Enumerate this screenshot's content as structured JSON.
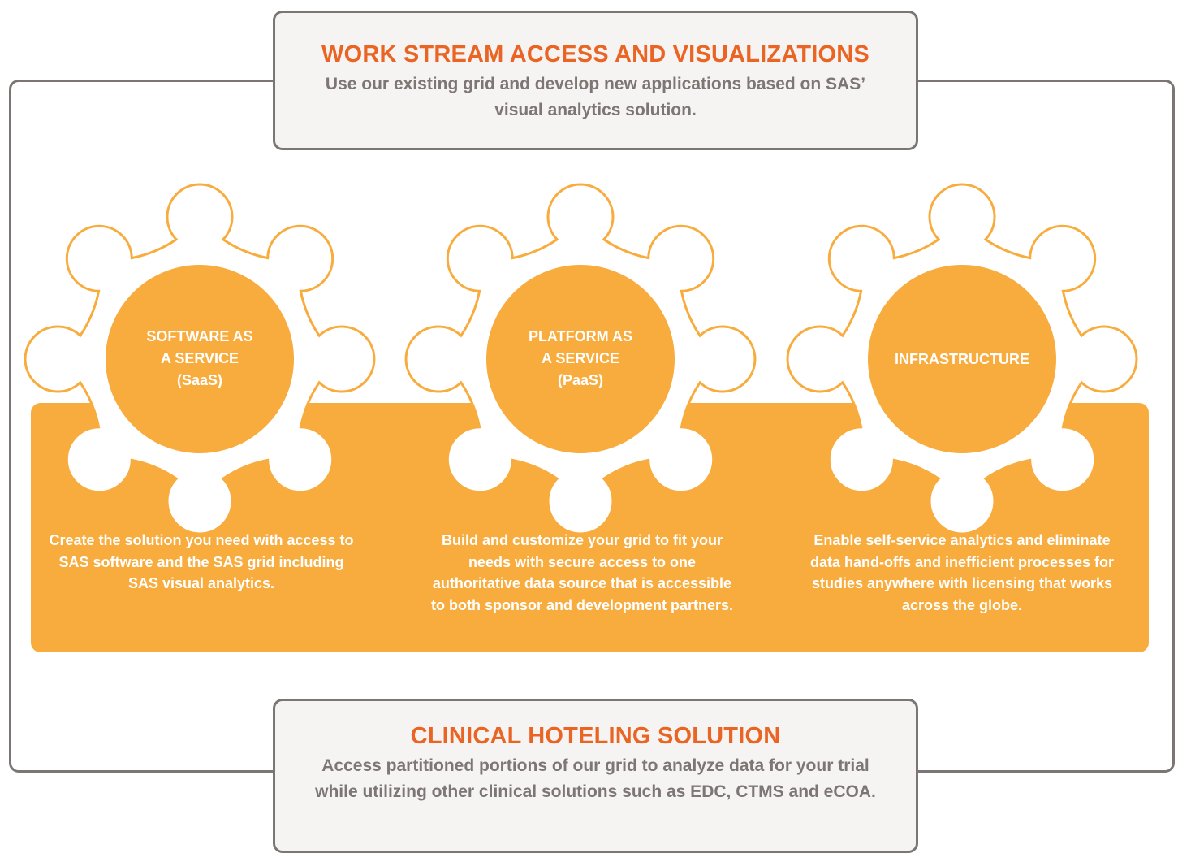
{
  "colors": {
    "accent_orange": "#ea6424",
    "gear_fill": "#f8ac3e",
    "panel_fill": "#f8ac3e",
    "frame_gray": "#7b7573",
    "banner_bg": "#f5f4f2",
    "text_gray": "#7d7674"
  },
  "top_banner": {
    "title": "WORK STREAM ACCESS AND VISUALIZATIONS",
    "description": "Use our existing grid and develop new applications based on SAS’ visual analytics solution."
  },
  "bottom_banner": {
    "title": "CLINICAL HOTELING SOLUTION",
    "description": "Access partitioned portions of our grid to analyze data for your trial while utilizing other clinical solutions such as EDC, CTMS and eCOA."
  },
  "services": [
    {
      "icon": "gear-icon",
      "label": "SOFTWARE AS\nA SERVICE\n(SaaS)",
      "description": "Create the solution you need with access to SAS software and the SAS grid including SAS visual analytics."
    },
    {
      "icon": "gear-icon",
      "label": "PLATFORM AS\nA SERVICE\n(PaaS)",
      "description": "Build and customize your grid to fit your needs with secure access to one authoritative data source that is accessible to both sponsor and development partners."
    },
    {
      "icon": "gear-icon",
      "label": "INFRASTRUCTURE",
      "description": "Enable self-service analytics and eliminate data hand-offs and inefficient processes for studies anywhere with licensing that works across the globe."
    }
  ]
}
